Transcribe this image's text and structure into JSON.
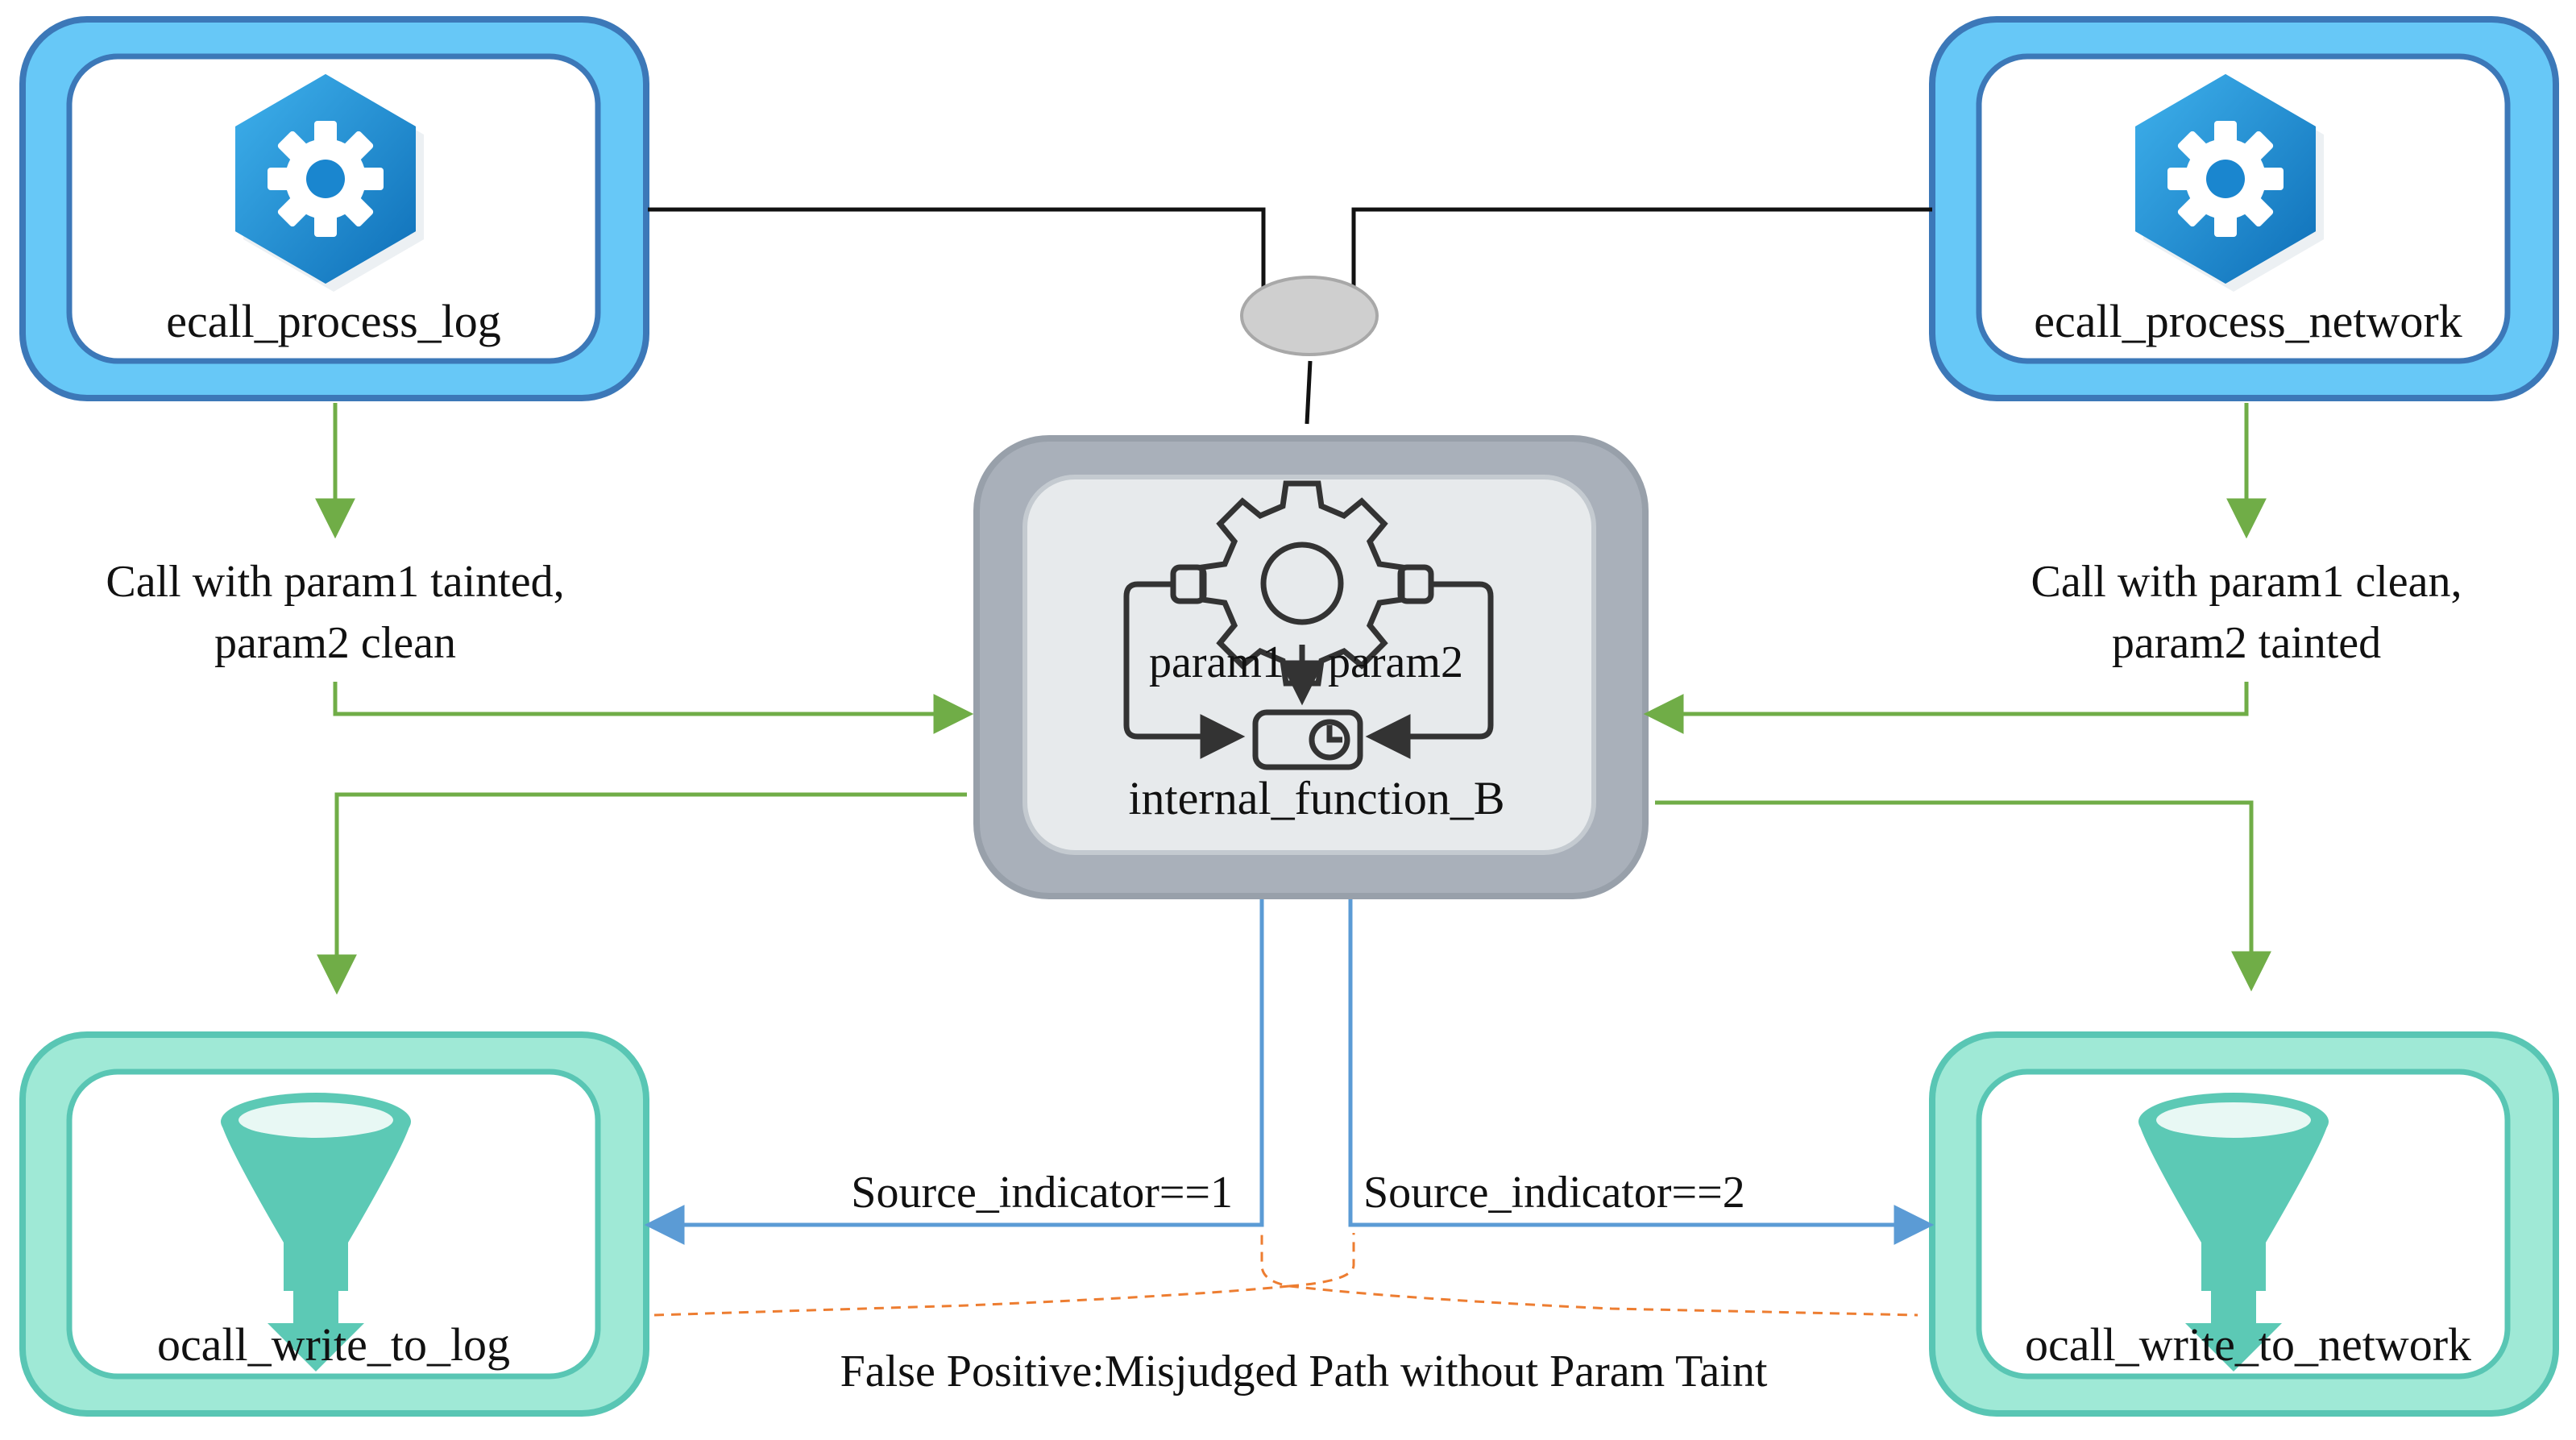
{
  "colors": {
    "source_outer": "#67c8f7",
    "source_border": "#3c78b8",
    "sink_outer": "#9fe9d6",
    "sink_border": "#59c6b4",
    "center_outer": "#a9b0ba",
    "center_inner": "#e7eaec",
    "green_arrow": "#70ad47",
    "blue_arrow": "#5b9bd5",
    "orange_dashed": "#ed7d31",
    "gear_blue": "#1d8fd6",
    "funnel_teal": "#5cc9b5"
  },
  "nodes": {
    "source_left": {
      "label": "ecall_process_log",
      "icon": "gear-hexagon-icon"
    },
    "source_right": {
      "label": "ecall_process_network",
      "icon": "gear-hexagon-icon"
    },
    "center": {
      "label": "internal_function_B",
      "icon": "gear-workflow-icon",
      "param1": "param1",
      "param2": "param2"
    },
    "sink_left": {
      "label": "ocall_write_to_log",
      "icon": "funnel-icon"
    },
    "sink_right": {
      "label": "ocall_write_to_network",
      "icon": "funnel-icon"
    }
  },
  "edges": {
    "left_call": {
      "line1": "Call with param1 tainted,",
      "line2": "param2 clean"
    },
    "right_call": {
      "line1": "Call with param1 clean,",
      "line2": "param2 tainted"
    },
    "source_indicator_1": "Source_indicator==1",
    "source_indicator_2": "Source_indicator==2",
    "false_positive": "False Positive:Misjudged Path without Param Taint"
  }
}
